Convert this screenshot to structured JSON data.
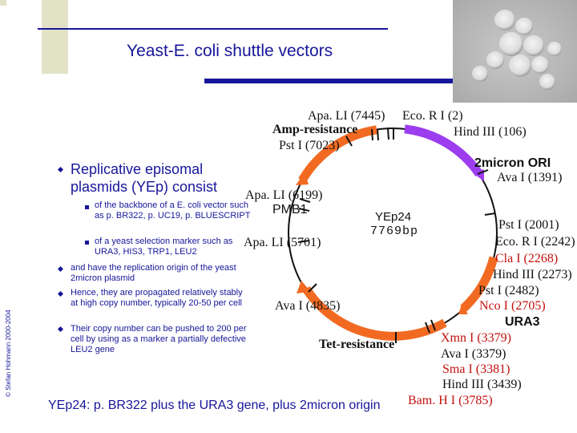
{
  "slide": {
    "title": "Yeast-E. coli shuttle vectors",
    "copyright": "© Stefan Hohmann 2000-2004",
    "caption": "YEp24: p. BR322 plus the URA3 gene, plus 2micron origin"
  },
  "bullets": {
    "main": "Replicative episomal plasmids (YEp) consist",
    "sub": [
      "of the backbone of a E. coli vector such as p. BR322, p. UC19, p. BLUESCRIPT",
      "of a yeast selection marker such as URA3, HIS3, TRP1, LEU2"
    ],
    "points": [
      "and have the replication origin of the yeast 2micron plasmid",
      "Hence, they are propagated relatively stably at high copy number, typically 20-50 per cell",
      "Their copy number can be pushed to 200 per cell by using as a marker a partially defective LEU2 gene"
    ]
  },
  "plasmid": {
    "name": "YEp24",
    "size": "7769bp",
    "colors": {
      "orange": "#f26a22",
      "purple": "#9c3df0",
      "ring": "#111111",
      "site_red": "#c2100e"
    },
    "features": [
      {
        "name": "Amp-resistance"
      },
      {
        "name": "2micron ORI"
      },
      {
        "name": "URA3"
      },
      {
        "name": "Tet-resistance"
      },
      {
        "name": "PMB1"
      }
    ],
    "sites": [
      {
        "text": "Apa. LI (7445)"
      },
      {
        "text": "Eco. R I (2)"
      },
      {
        "text": "Hind III (106)"
      },
      {
        "text": "Pst I (7023)"
      },
      {
        "text": "Ava I (1391)"
      },
      {
        "text": "Apa. LI (6199)"
      },
      {
        "text": "Apa. LI (5701)"
      },
      {
        "text": "Ava I (4835)"
      },
      {
        "text": "Pst I (2001)"
      },
      {
        "text": "Eco. R I (2242)"
      },
      {
        "text": "Cla I (2268)"
      },
      {
        "text": "Hind III (2273)"
      },
      {
        "text": "Pst I (2482)"
      },
      {
        "text": "Nco I (2705)"
      },
      {
        "text": "Xmn I (3379)"
      },
      {
        "text": "Ava I (3379)"
      },
      {
        "text": "Sma I (3381)"
      },
      {
        "text": "Hind III (3439)"
      },
      {
        "text": "Bam. H I (3785)"
      }
    ]
  }
}
